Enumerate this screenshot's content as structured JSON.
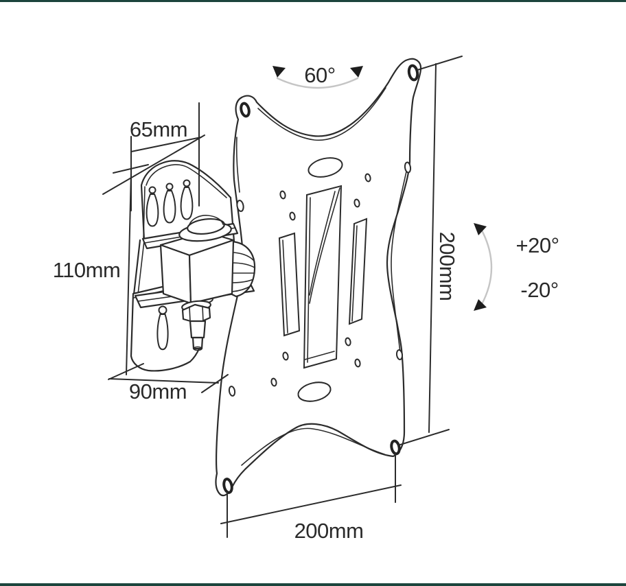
{
  "title": "TV wall mount bracket dimensional diagram",
  "labels": {
    "swivel_angle": "60°",
    "wall_plate_width": "65mm",
    "wall_plate_height": "110mm",
    "mount_depth": "90mm",
    "vesa_height": "200mm",
    "vesa_width": "200mm",
    "tilt_up": "+20°",
    "tilt_down": "-20°"
  },
  "colors": {
    "line": "#2b2b2b",
    "annotation_arc": "#c5c5c5",
    "text": "#2a2a2a",
    "edge_strip": "#1c453d",
    "background": "#ffffff"
  }
}
